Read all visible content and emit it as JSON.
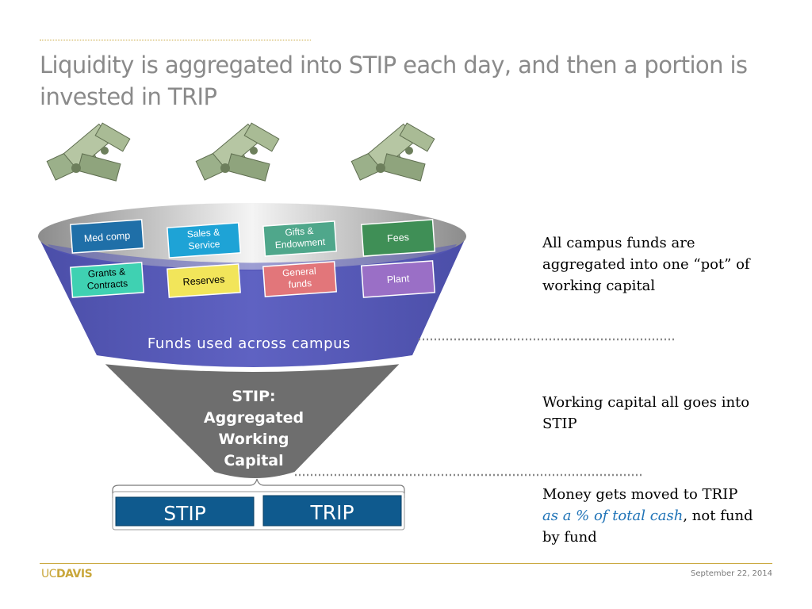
{
  "slide": {
    "title": "Liquidity is aggregated into STIP each day, and then a portion is invested in TRIP"
  },
  "funnel": {
    "boxes": [
      {
        "label": "Med comp",
        "color": "#1f6fa8"
      },
      {
        "label": "Sales & Service",
        "color": "#1ea3d6"
      },
      {
        "label": "Gifts & Endowment",
        "color": "#4fa78b"
      },
      {
        "label": "Fees",
        "color": "#3f8f56"
      },
      {
        "label": "Grants & Contracts",
        "color": "#3fd1b2"
      },
      {
        "label": "Reserves",
        "color": "#f2e55a"
      },
      {
        "label": "General funds",
        "color": "#e2767a"
      },
      {
        "label": "Plant",
        "color": "#9a6fc6"
      }
    ],
    "top_label": "Funds used across campus",
    "stip_label": [
      "STIP:",
      "Aggregated",
      "Working",
      "Capital"
    ],
    "bottom_left": "STIP",
    "bottom_right": "TRIP"
  },
  "notes": {
    "note1": "All campus funds are aggregated into one “pot” of working capital",
    "note2": "Working capital all goes into STIP",
    "note3_part1": "Money gets moved to TRIP ",
    "note3_em": "as a % of total cash",
    "note3_part2": ", not fund by fund"
  },
  "footer": {
    "logo_uc": "UC",
    "logo_davis": "DAVIS",
    "date": "September 22, 2014"
  },
  "colors": {
    "funnel_blue": "#5558b8",
    "funnel_gray": "#6e6e6e",
    "bar_blue": "#0f5a8e",
    "accent_gold": "#c9a73b"
  }
}
